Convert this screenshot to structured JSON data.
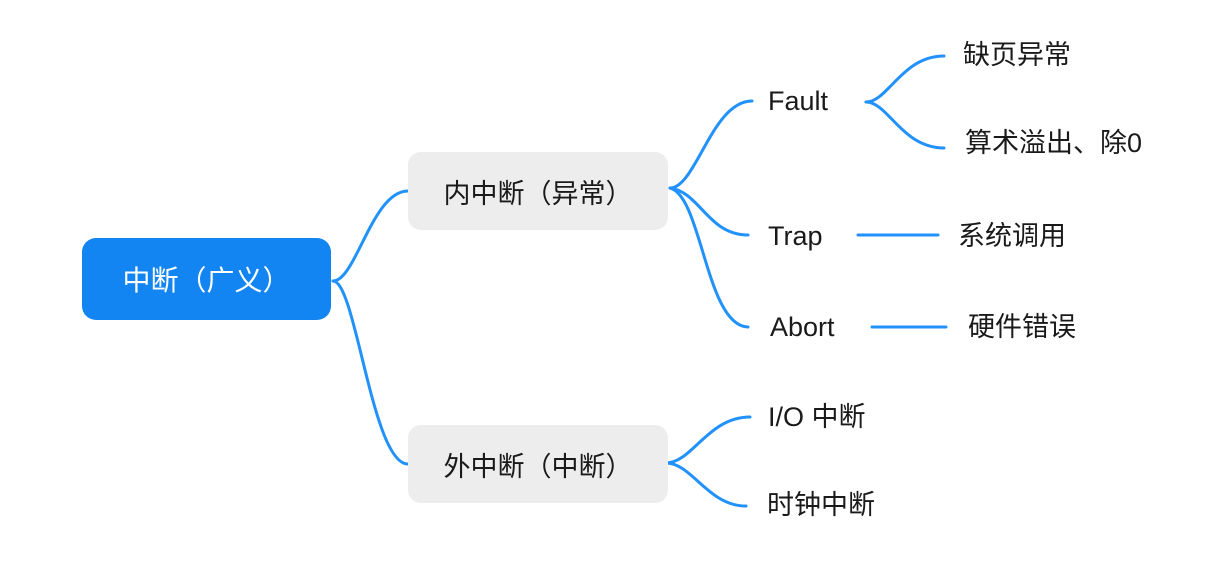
{
  "colors": {
    "root_fill": "#1385F2",
    "root_text": "#FFFFFF",
    "branch_fill": "#EDEDED",
    "text": "#1A1A1A",
    "connector": "#2191FB",
    "background": "#FFFFFF"
  },
  "mindmap": {
    "root": {
      "label": "中断（广义）"
    },
    "branches": [
      {
        "label": "内中断（异常）",
        "children": [
          {
            "label": "Fault",
            "children": [
              {
                "label": "缺页异常"
              },
              {
                "label": "算术溢出、除0"
              }
            ]
          },
          {
            "label": "Trap",
            "children": [
              {
                "label": "系统调用"
              }
            ]
          },
          {
            "label": "Abort",
            "children": [
              {
                "label": "硬件错误"
              }
            ]
          }
        ]
      },
      {
        "label": "外中断（中断）",
        "children": [
          {
            "label": "I/O 中断"
          },
          {
            "label": "时钟中断"
          }
        ]
      }
    ]
  }
}
